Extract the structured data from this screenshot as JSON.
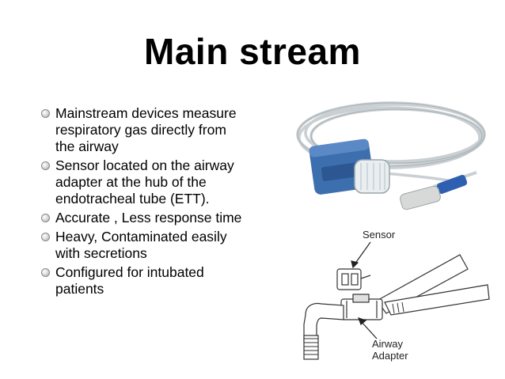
{
  "slide": {
    "title": "Main stream",
    "bullets": [
      "Mainstream devices measure respiratory gas directly from the airway",
      "Sensor located on the airway adapter at the hub of the endotracheal tube (ETT).",
      "Accurate , Less response time",
      "Heavy, Contaminated easily with secretions",
      "Configured for intubated patients"
    ]
  },
  "diagram": {
    "sensor_label": "Sensor",
    "adapter_label": "Airway\nAdapter"
  },
  "colors": {
    "sensor_body": "#3d6fae",
    "cable": "#c9cfd2",
    "connector_blue": "#2f5fb0"
  }
}
